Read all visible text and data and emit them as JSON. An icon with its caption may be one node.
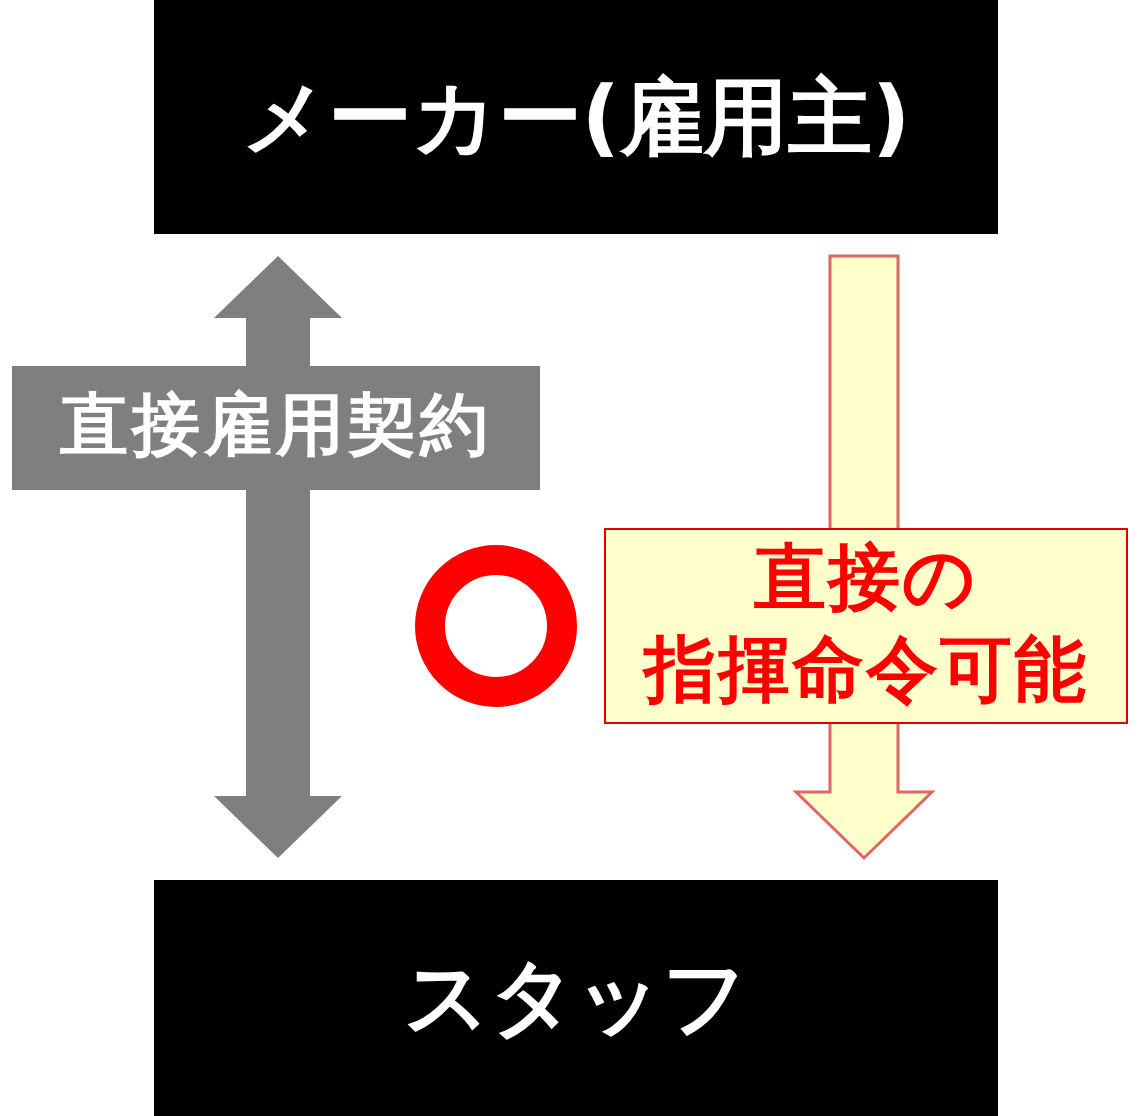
{
  "diagram": {
    "nodes": [
      {
        "text": [
          "メーカー(雇用主)"
        ]
      },
      {
        "text": [
          "スタッフ"
        ]
      }
    ],
    "edges": [
      {
        "from": 0,
        "to": 1,
        "arrow": "both",
        "label": "直接雇用契約",
        "color": "#7f7f7f"
      },
      {
        "from": 0,
        "to": 1,
        "arrow": "to",
        "label": "直接の指揮命令可能",
        "color": "#ffffcc"
      }
    ]
  }
}
